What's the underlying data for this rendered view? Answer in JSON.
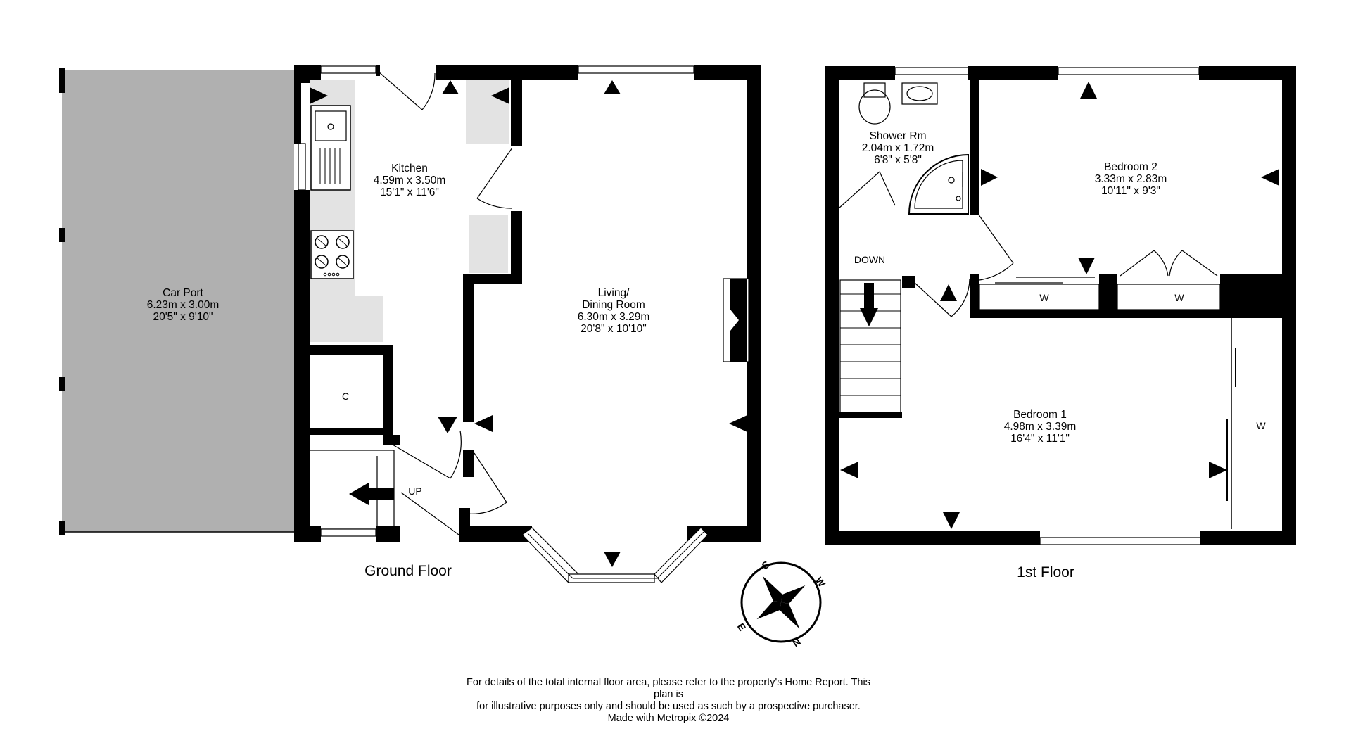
{
  "ground_floor": {
    "label": "Ground Floor",
    "car_port": {
      "name": "Car Port",
      "metric": "6.23m  x 3.00m",
      "imperial": "20'5\"  x 9'10\""
    },
    "kitchen": {
      "name": "Kitchen",
      "metric": "4.59m  x 3.50m",
      "imperial": "15'1\"  x 11'6\""
    },
    "living": {
      "name_line1": "Living/",
      "name_line2": "Dining Room",
      "metric": "6.30m  x 3.29m",
      "imperial": "20'8\"  x 10'10\""
    },
    "cupboard_label": "C",
    "stairs_label": "UP"
  },
  "first_floor": {
    "label": "1st Floor",
    "shower": {
      "name": "Shower Rm",
      "metric": "2.04m  x 1.72m",
      "imperial": "6'8\"  x 5'8\""
    },
    "bedroom2": {
      "name": "Bedroom 2",
      "metric": "3.33m  x 2.83m",
      "imperial": "10'11\"  x 9'3\""
    },
    "bedroom1": {
      "name": "Bedroom 1",
      "metric": "4.98m  x 3.39m",
      "imperial": "16'4\"  x 11'1\""
    },
    "stairs_label": "DOWN",
    "wardrobe_label": "W"
  },
  "compass": {
    "n": "N",
    "s": "S",
    "e": "E",
    "w": "W"
  },
  "disclaimer": {
    "line1": "For details of the total internal floor area, please refer to the property's Home Report. This plan is",
    "line2": "for illustrative purposes only and should be used as such by a prospective purchaser.",
    "line3": "Made with Metropix ©2024"
  },
  "colors": {
    "wall": "#000000",
    "car_port_fill": "#b0b0b0",
    "fitted_fill": "#e3e3e3"
  }
}
